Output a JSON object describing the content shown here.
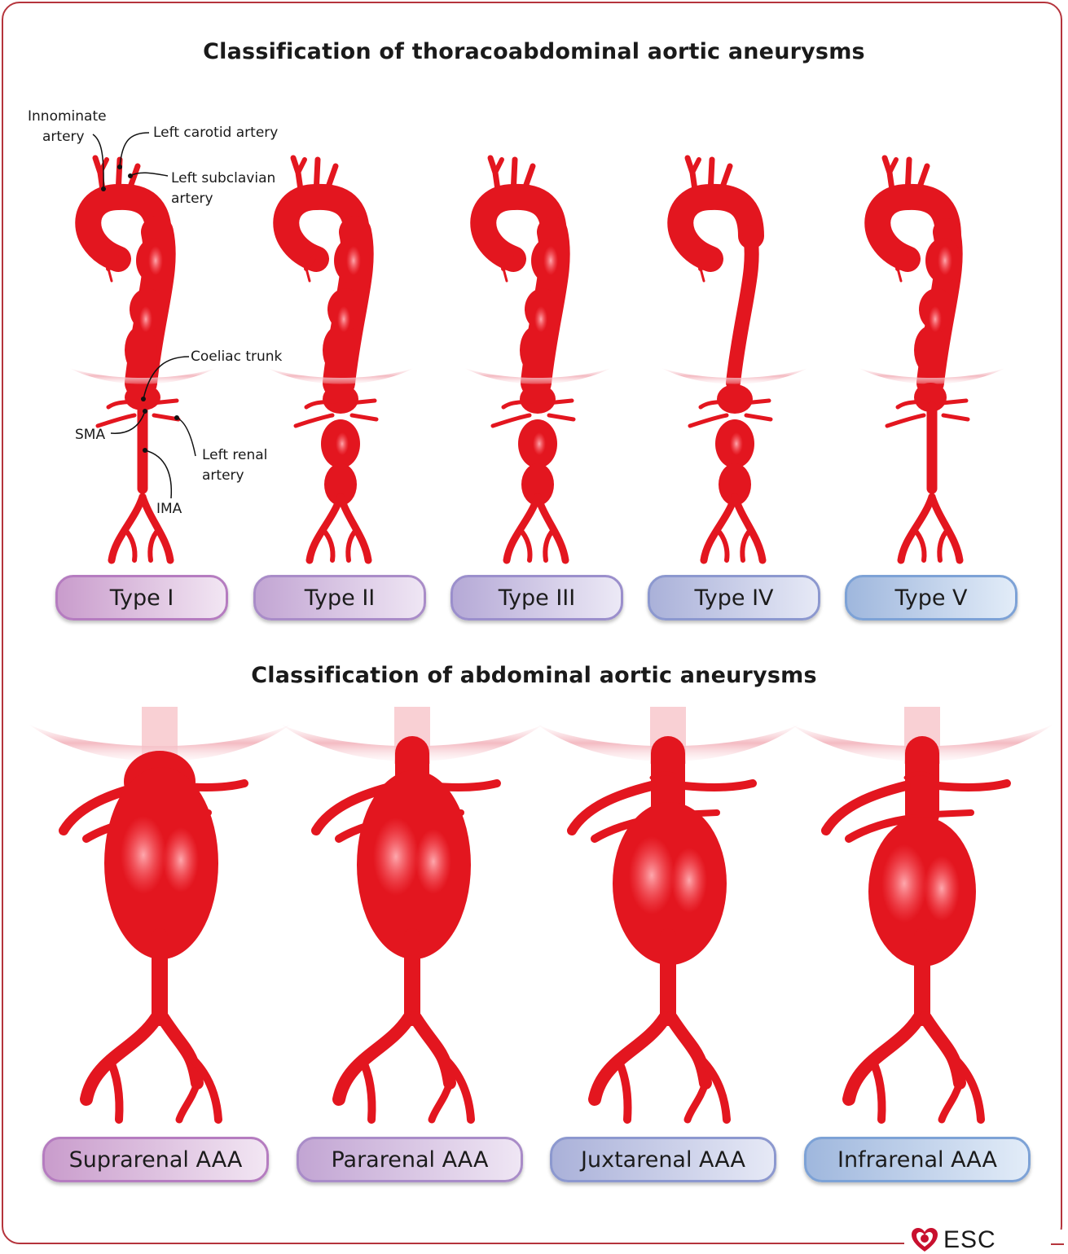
{
  "titles": {
    "thoracoabdominal": "Classification of thoracoabdominal aortic aneurysms",
    "abdominal": "Classification of abdominal aortic aneurysms"
  },
  "anatomy_labels": {
    "innominate": "Innominate",
    "innominate_2": "artery",
    "left_carotid": "Left carotid artery",
    "left_subclavian": "Left subclavian",
    "left_subclavian_2": "artery",
    "coeliac": "Coeliac trunk",
    "sma": "SMA",
    "left_renal": "Left renal",
    "left_renal_2": "artery",
    "ima": "IMA"
  },
  "thoracoabdominal_types": [
    "Type I",
    "Type II",
    "Type III",
    "Type IV",
    "Type V"
  ],
  "abdominal_types": [
    "Suprarenal AAA",
    "Pararenal AAA",
    "Juxtarenal AAA",
    "Infrarenal AAA"
  ],
  "logo": {
    "text": "ESC"
  },
  "colors": {
    "aorta": "#e3161f",
    "frame": "#b5343c",
    "diaphragm": "#f3c9cf"
  }
}
